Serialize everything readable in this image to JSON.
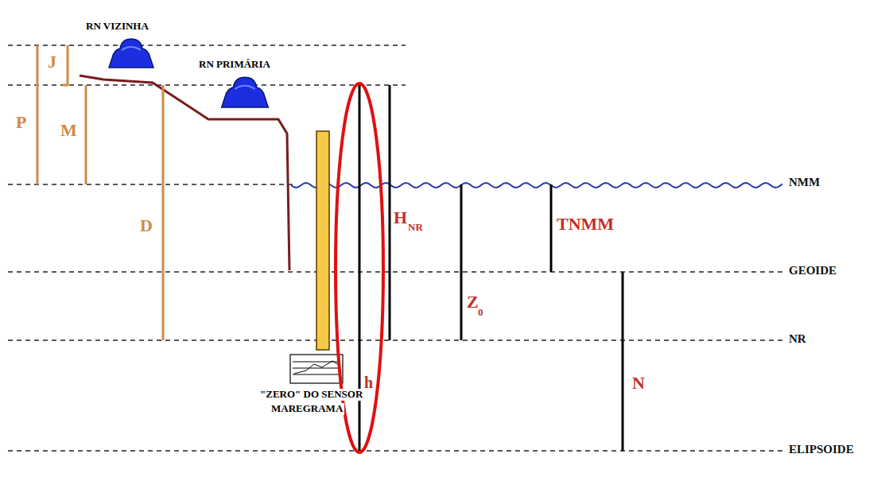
{
  "diagram": {
    "nodes": [
      {
        "text": [
          "RN VIZINHA"
        ]
      },
      {
        "text": [
          "RN PRIMÁRIA"
        ]
      },
      {
        "text": [
          "\"ZERO\" DO SENSOR",
          "MAREGRAMA"
        ]
      }
    ],
    "labels": [
      "J",
      "P",
      "M",
      "D",
      "NMM",
      "GEOIDE",
      "NR",
      "ELIPSOIDE",
      "h",
      "H",
      "NR",
      "Z",
      "0",
      "TNMM",
      "N"
    ]
  }
}
